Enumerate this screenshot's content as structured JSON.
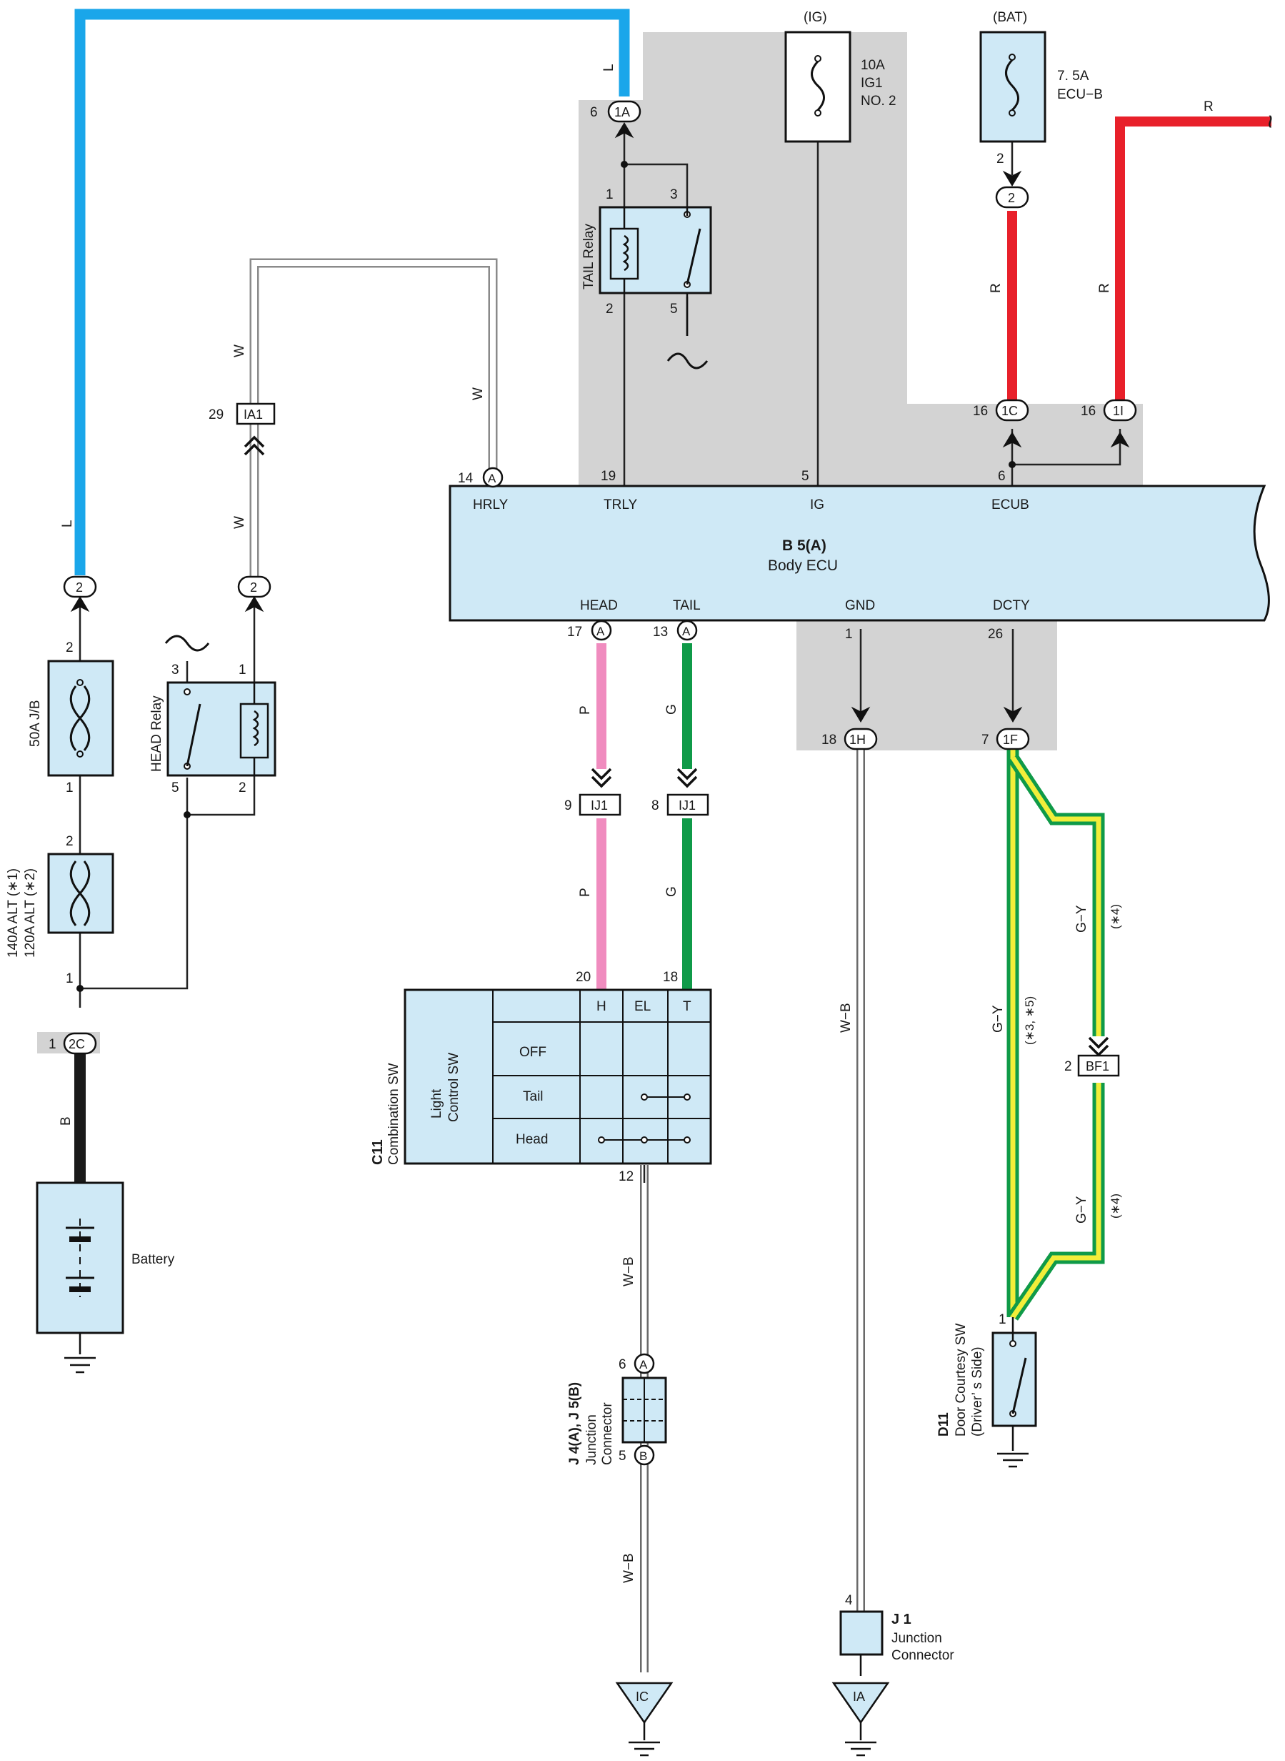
{
  "ecu": {
    "title": "B 5(A)",
    "subtitle": "Body ECU",
    "top_terms": [
      "HRLY",
      "TRLY",
      "IG",
      "ECUB"
    ],
    "top_pins": [
      "14",
      "19",
      "5",
      "6"
    ],
    "bottom_terms": [
      "HEAD",
      "TAIL",
      "GND",
      "DCTY"
    ],
    "bottom_pins": [
      "17",
      "13",
      "1",
      "26"
    ],
    "conn_a": "A"
  },
  "fuses": {
    "ig_label": "(IG)",
    "ig_line1": "10A",
    "ig_line2": "IG1",
    "ig_line3": "NO. 2",
    "bat_label": "(BAT)",
    "bat_line1": "7. 5A",
    "bat_line2": "ECU−B",
    "jb_label": "50A J/B",
    "alt_line1": "140A ALT (∗1)",
    "alt_line2": "120A ALT (∗2)"
  },
  "relays": {
    "tail": "TAIL Relay",
    "head": "HEAD Relay"
  },
  "connectors": {
    "c1a": "1A",
    "c1c": "1C",
    "c1i": "1I",
    "c2": "2",
    "c2c": "2C",
    "c1h": "1H",
    "c1f": "1F",
    "ia1": "IA1",
    "ij1": "IJ1",
    "bf1": "BF1",
    "ic": "IC",
    "ia": "IA",
    "a": "A",
    "b": "B"
  },
  "pins": {
    "p1": "1",
    "p2": "2",
    "p3": "3",
    "p4": "4",
    "p5": "5",
    "p6": "6",
    "p7": "7",
    "p8": "8",
    "p9": "9",
    "p12": "12",
    "p16": "16",
    "p18": "18",
    "p20": "20",
    "p29": "29"
  },
  "wire_colors": {
    "L": "L",
    "W": "W",
    "R": "R",
    "P": "P",
    "G": "G",
    "B": "B",
    "WB": "W−B",
    "GY": "G−Y",
    "note_345": "(∗3, ∗5)",
    "note_4": "(∗4)"
  },
  "colors": {
    "blue": "#1aa6ea",
    "red": "#e8202a",
    "pink": "#f08cbf",
    "green": "#0f9a48",
    "yellow": "#f2ee3a",
    "black": "#1a1a1a",
    "shade": "#d3d3d3",
    "box": "#cfe9f6"
  },
  "switch": {
    "id": "C11",
    "name": "Combination SW",
    "inner1": "Light",
    "inner2": "Control SW",
    "cols": [
      "H",
      "EL",
      "T"
    ],
    "rows": [
      "OFF",
      "Tail",
      "Head"
    ]
  },
  "battery": {
    "label": "Battery"
  },
  "junction": {
    "j4_id": "J 4(A), J 5(B)",
    "j4_line1": "Junction",
    "j4_line2": "Connector",
    "j1_id": "J 1",
    "j1_line1": "Junction",
    "j1_line2": "Connector"
  },
  "door": {
    "id": "D11",
    "line1": "Door Courtesy SW",
    "line2": "(Driver’ s Side)"
  },
  "misc": {
    "tilde": "~"
  }
}
